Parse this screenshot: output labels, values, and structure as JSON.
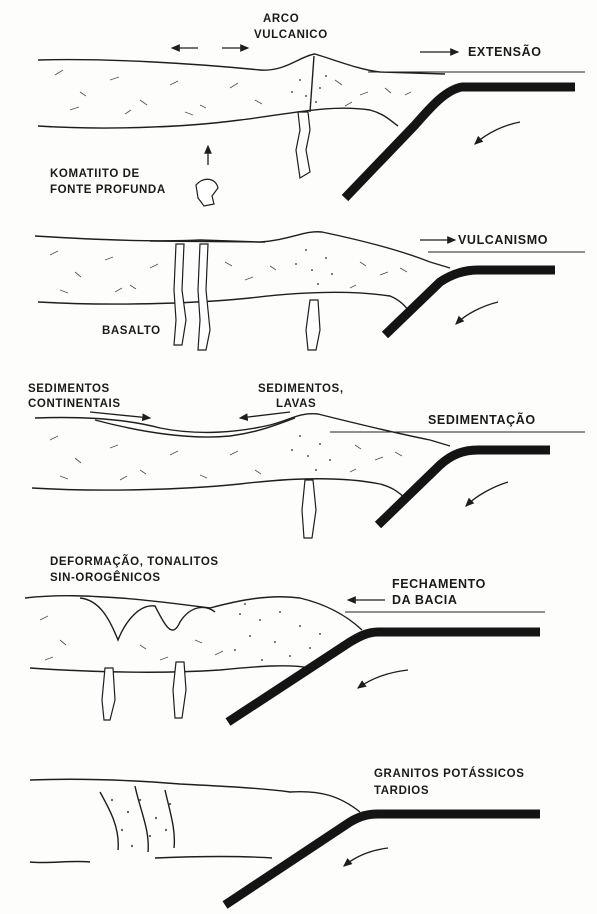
{
  "panels": [
    {
      "labels": {
        "arc": [
          "ARCO",
          "VULCANICO"
        ],
        "process": "EXTENSÃO",
        "komatiite": [
          "KOMATIITO DE",
          "FONTE PROFUNDA"
        ]
      }
    },
    {
      "labels": {
        "process": "VULCANISMO",
        "basalt": "BASALTO"
      }
    },
    {
      "labels": {
        "sed_continental": [
          "SEDIMENTOS",
          "CONTINENTAIS"
        ],
        "sed_lavas": [
          "SEDIMENTOS,",
          "LAVAS"
        ],
        "process": "SEDIMENTAÇÃO"
      }
    },
    {
      "labels": {
        "deformation": [
          "DEFORMAÇÃO, TONALITOS",
          "SIN-OROGÊNICOS"
        ],
        "process": [
          "FECHAMENTO",
          "DA BACIA"
        ]
      }
    },
    {
      "labels": {
        "granites": [
          "GRANITOS POTÁSSICOS",
          "TARDIOS"
        ]
      }
    }
  ],
  "colors": {
    "ink": "#1e1e1e",
    "paper": "#fdfdfb"
  }
}
